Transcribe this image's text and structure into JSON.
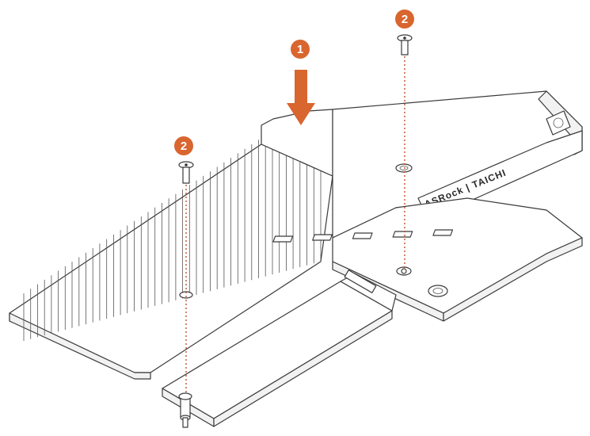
{
  "steps": [
    {
      "label": "1"
    },
    {
      "label": "2"
    },
    {
      "label": "2"
    }
  ],
  "brand": {
    "text": "ASRock | TAICHI"
  },
  "colors": {
    "accent": "#d9652f",
    "guide": "#c0502a",
    "outline": "#3a3a3a"
  }
}
